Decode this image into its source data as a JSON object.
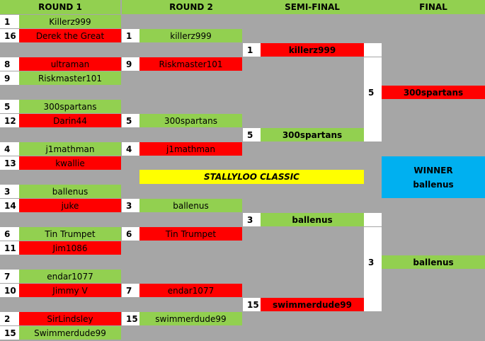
{
  "headers": {
    "round1": "ROUND 1",
    "round2": "ROUND 2",
    "semi": "SEMI-FINAL",
    "final": "FINAL"
  },
  "round1": [
    {
      "seed": "1",
      "name": "Killerz999"
    },
    {
      "seed": "16",
      "name": "Derek the Great"
    },
    {
      "seed": "8",
      "name": "ultraman"
    },
    {
      "seed": "9",
      "name": "Riskmaster101"
    },
    {
      "seed": "5",
      "name": "300spartans"
    },
    {
      "seed": "12",
      "name": "Darin44"
    },
    {
      "seed": "4",
      "name": "j1mathman"
    },
    {
      "seed": "13",
      "name": "kwallie"
    },
    {
      "seed": "3",
      "name": "ballenus"
    },
    {
      "seed": "14",
      "name": "juke"
    },
    {
      "seed": "6",
      "name": "Tin Trumpet"
    },
    {
      "seed": "11",
      "name": "Jim1086"
    },
    {
      "seed": "7",
      "name": "endar1077"
    },
    {
      "seed": "10",
      "name": "Jimmy V"
    },
    {
      "seed": "2",
      "name": "SirLindsley"
    },
    {
      "seed": "15",
      "name": "Swimmerdude99"
    }
  ],
  "round2": [
    {
      "seed": "1",
      "name": "killerz999"
    },
    {
      "seed": "9",
      "name": "Riskmaster101"
    },
    {
      "seed": "5",
      "name": "300spartans"
    },
    {
      "seed": "4",
      "name": "j1mathman"
    },
    {
      "seed": "3",
      "name": "ballenus"
    },
    {
      "seed": "6",
      "name": "Tin Trumpet"
    },
    {
      "seed": "7",
      "name": "endar1077"
    },
    {
      "seed": "15",
      "name": "swimmerdude99"
    }
  ],
  "semi": [
    {
      "seed": "1",
      "name": "killerz999"
    },
    {
      "seed": "5",
      "name": "300spartans"
    },
    {
      "seed": "3",
      "name": "ballenus"
    },
    {
      "seed": "15",
      "name": "swimmerdude99"
    }
  ],
  "final": [
    {
      "seed": "5",
      "name": "300spartans"
    },
    {
      "seed": "3",
      "name": "ballenus"
    }
  ],
  "tournament_title": "STALLYLOO CLASSIC",
  "winner": {
    "label": "WINNER",
    "name": "ballenus"
  },
  "colors": {
    "win": "#92d050",
    "loss": "#ff0000",
    "header": "#92d050",
    "title": "#ffff00",
    "winner": "#00b0f0",
    "background": "#a6a6a6"
  }
}
